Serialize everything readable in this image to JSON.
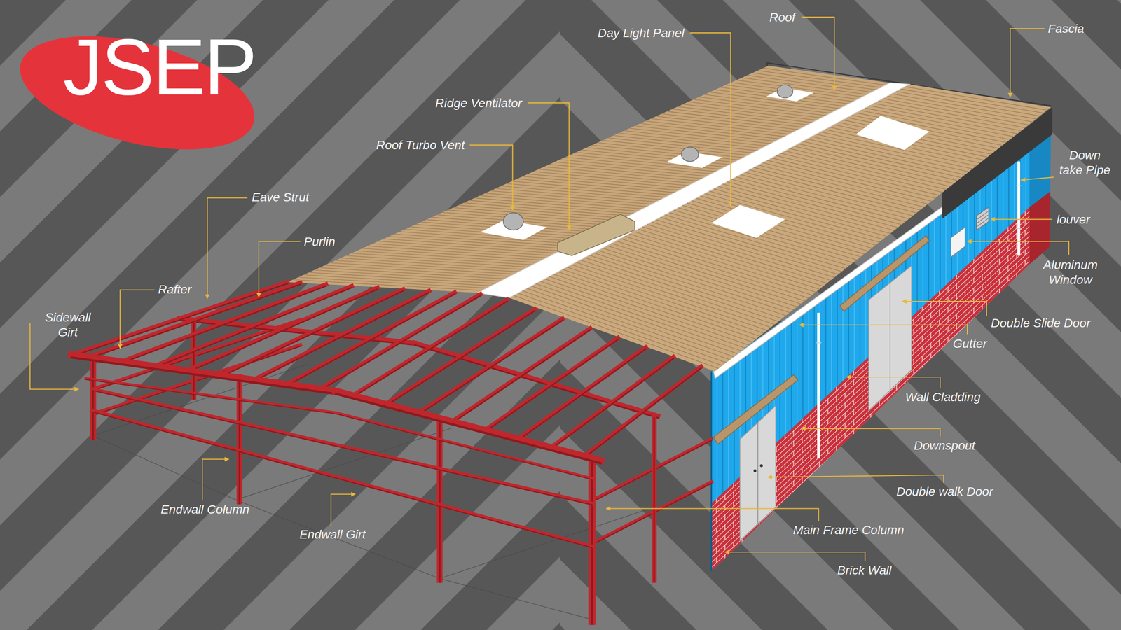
{
  "diagram": {
    "labels": [
      "JSEP",
      "Roof",
      "Fascia",
      "Day Light Panel",
      "Ridge Ventilator",
      "Roof Turbo Vent",
      "Eave Strut",
      "Purlin",
      "Rafter",
      "Sidewall Girt",
      "Down take Pipe",
      "louver",
      "Aluminum Window",
      "Double Slide Door",
      "Gutter",
      "Wall Cladding",
      "Downspout",
      "Double walk Door",
      "Main Frame Column",
      "Brick Wall",
      "Endwall Column",
      "Endwall Girt"
    ]
  }
}
